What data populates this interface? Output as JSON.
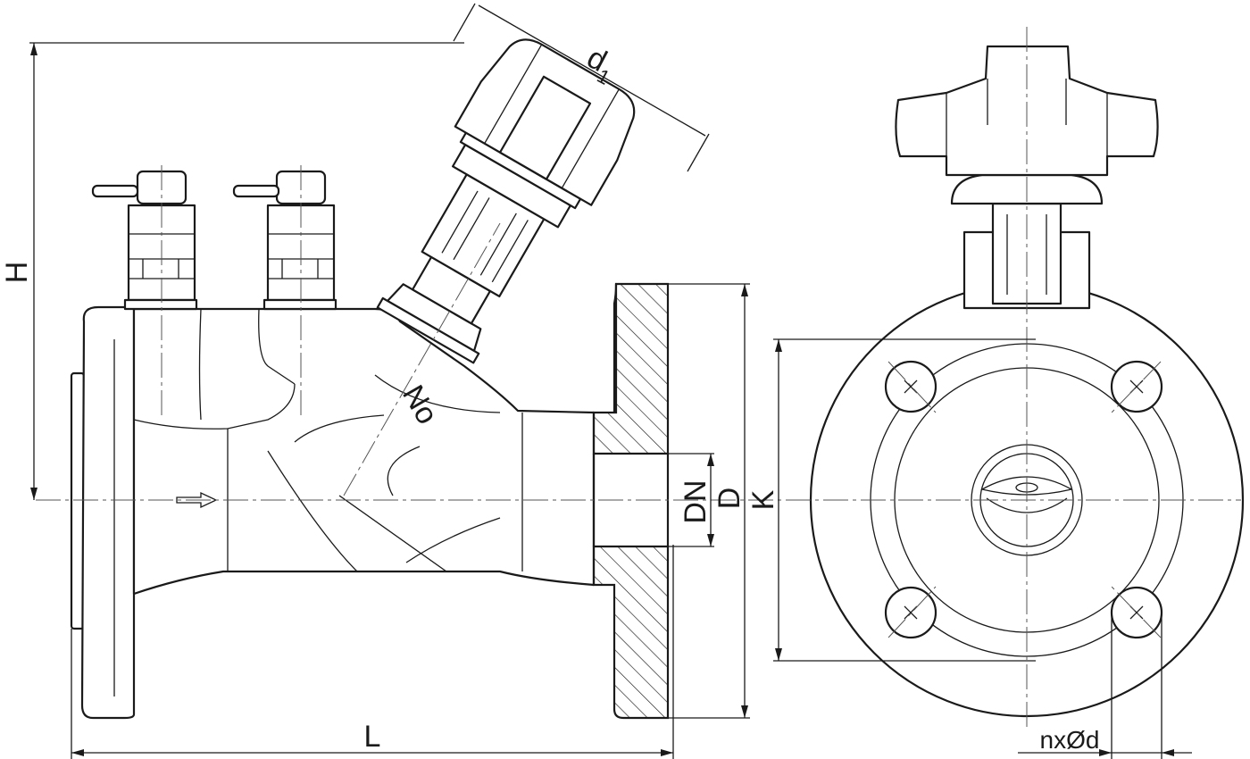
{
  "drawing": {
    "labels": {
      "height": "H",
      "handwheel_diameter": "d",
      "handwheel_diameter_sub": "1",
      "length": "L",
      "nominal_diameter": "DN",
      "flange_diameter": "D",
      "bolt_circle": "K",
      "bolt_holes": "nxØd",
      "body_marking": "No"
    },
    "views": [
      "side-view",
      "front-view"
    ]
  }
}
